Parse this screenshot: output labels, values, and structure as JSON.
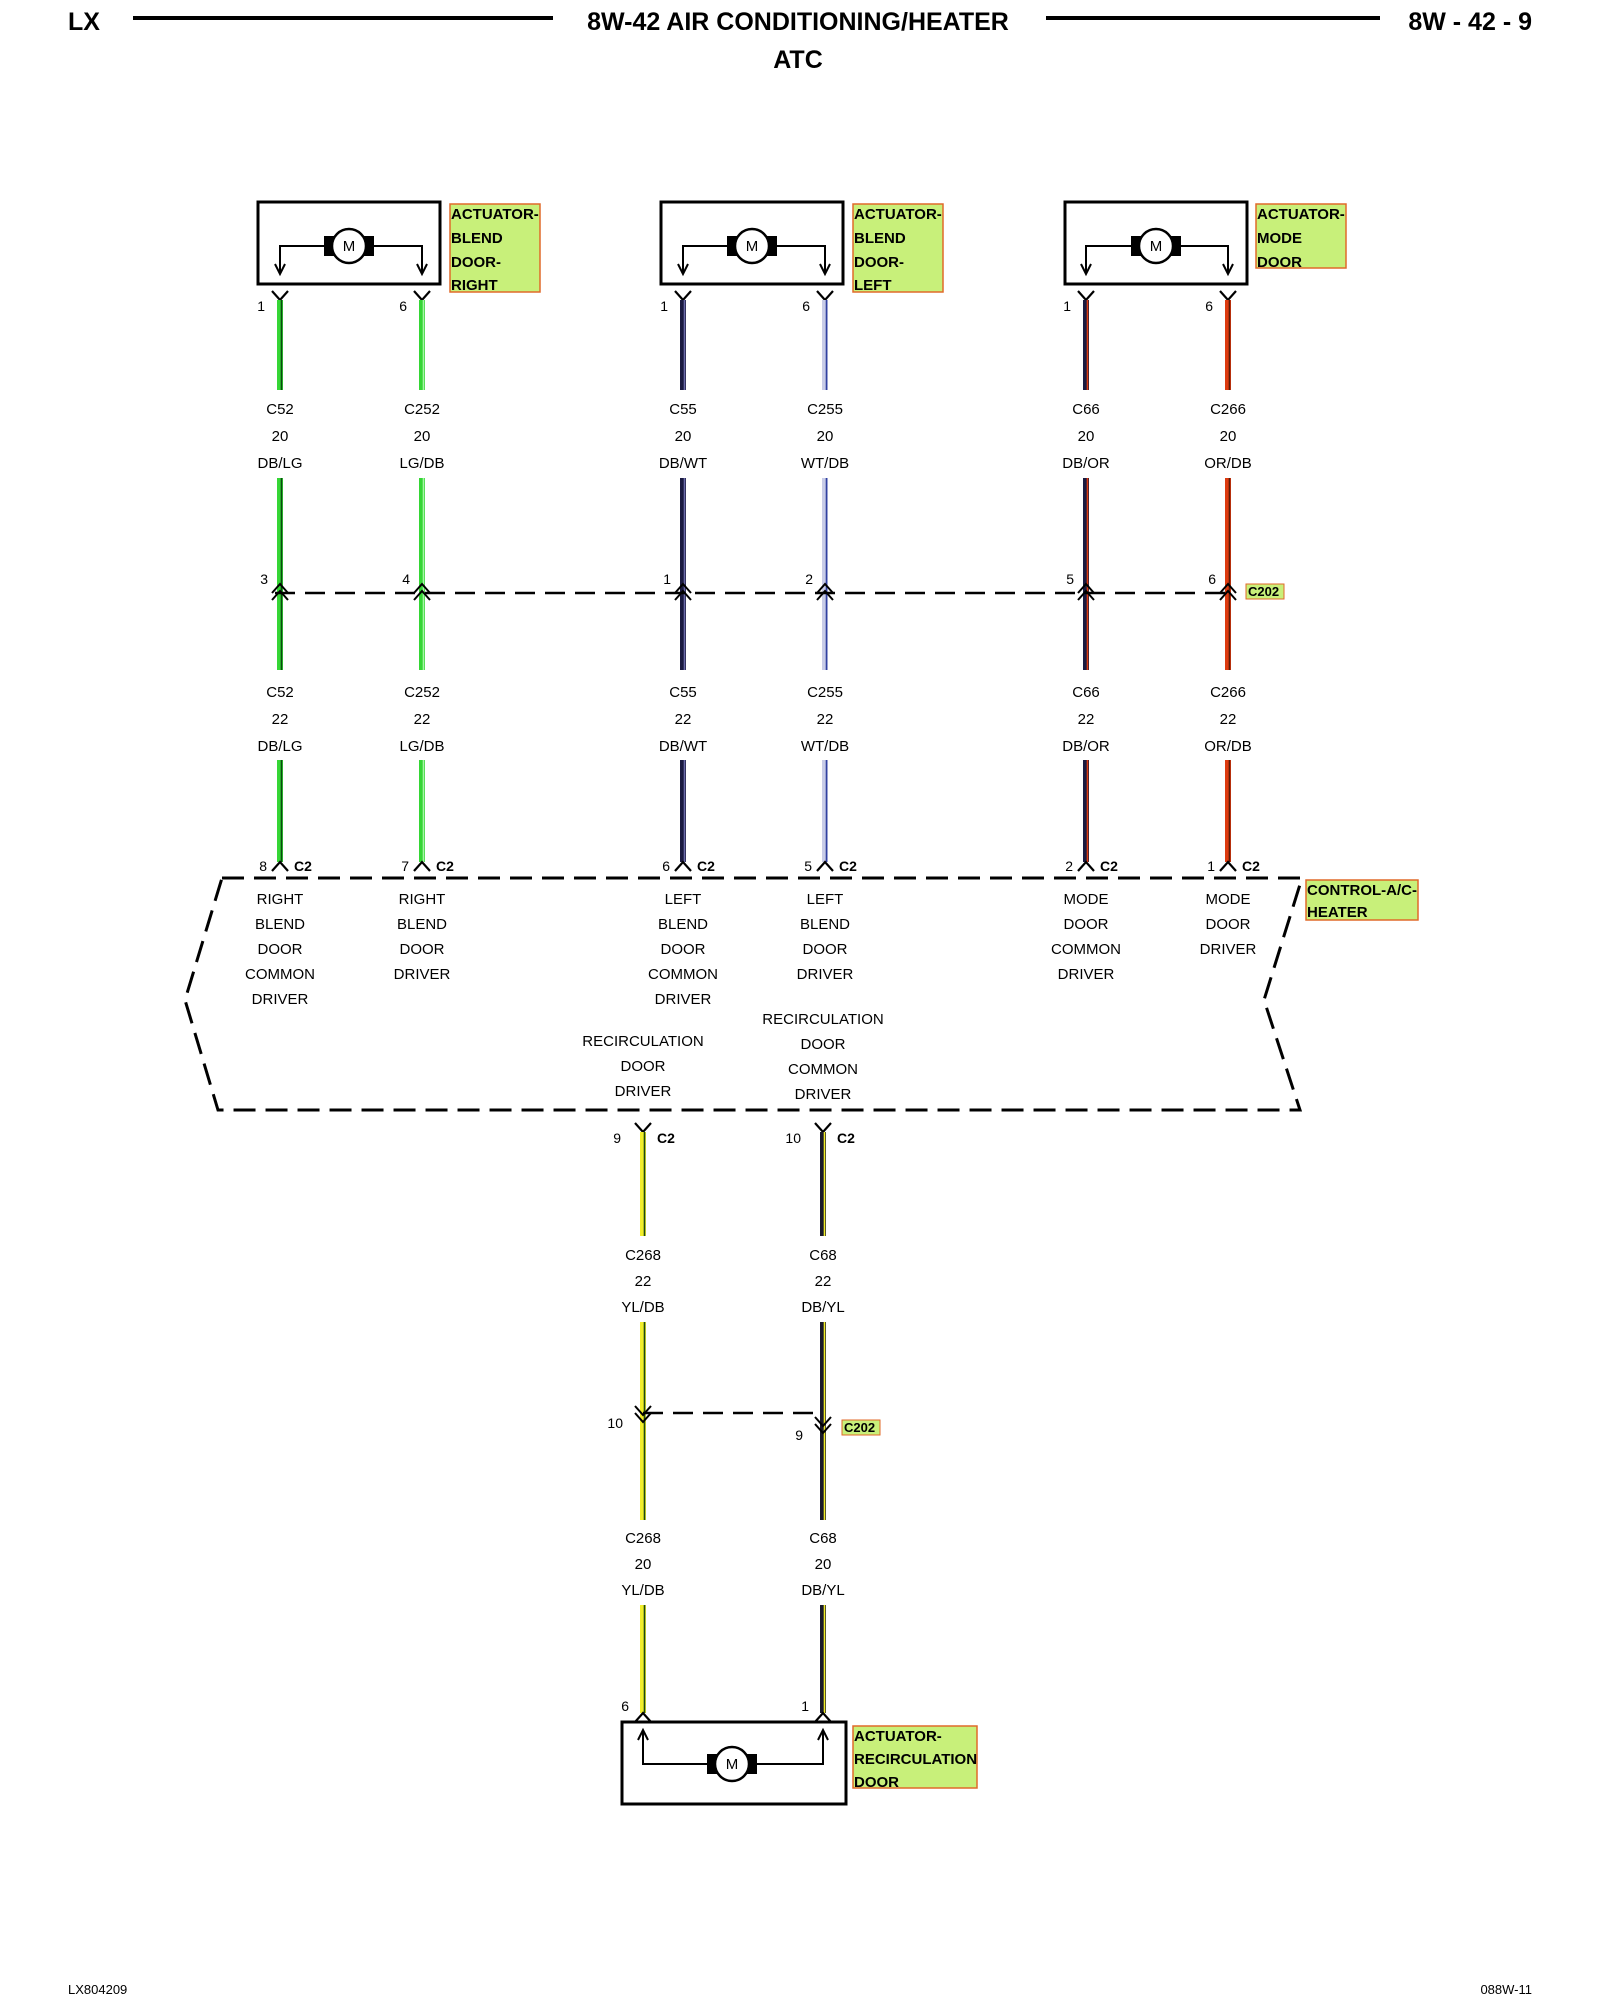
{
  "header": {
    "left": "LX",
    "title": "8W-42 AIR CONDITIONING/HEATER",
    "subtitle": "ATC",
    "page": "8W - 42 - 9"
  },
  "footer": {
    "left": "LX804209",
    "right": "088W-11"
  },
  "colors": {
    "green": "#35d635",
    "dark_blue": "#1a1a40",
    "white": "#ffffff",
    "orange": "#dd3b10",
    "yellow": "#f2ee2a",
    "label_fill": "#c8f07a",
    "label_border": "#e06a2a"
  },
  "actuators": [
    {
      "label_lines": [
        "ACTUATOR-",
        "BLEND",
        "DOOR-",
        "RIGHT"
      ],
      "motor": "M"
    },
    {
      "label_lines": [
        "ACTUATOR-",
        "BLEND",
        "DOOR-",
        "LEFT"
      ],
      "motor": "M"
    },
    {
      "label_lines": [
        "ACTUATOR-",
        "MODE",
        "DOOR"
      ],
      "motor": "M"
    }
  ],
  "recirc_actuator": {
    "label_lines": [
      "ACTUATOR-",
      "RECIRCULATION",
      "DOOR"
    ],
    "motor": "M"
  },
  "control_module": {
    "label_lines": [
      "CONTROL-A/C-",
      "HEATER"
    ]
  },
  "connectors": {
    "inline": "C202",
    "module": "C2"
  },
  "top_wires": [
    {
      "act_pin": "1",
      "circuit": "C52",
      "gauge_upper": "20",
      "gauge_lower": "22",
      "color": "DB/LG",
      "c202_pin": "3",
      "c2_pin": "8",
      "desc": [
        "RIGHT",
        "BLEND",
        "DOOR",
        "COMMON",
        "DRIVER"
      ]
    },
    {
      "act_pin": "6",
      "circuit": "C252",
      "gauge_upper": "20",
      "gauge_lower": "22",
      "color": "LG/DB",
      "c202_pin": "4",
      "c2_pin": "7",
      "desc": [
        "RIGHT",
        "BLEND",
        "DOOR",
        "DRIVER"
      ]
    },
    {
      "act_pin": "1",
      "circuit": "C55",
      "gauge_upper": "20",
      "gauge_lower": "22",
      "color": "DB/WT",
      "c202_pin": "1",
      "c2_pin": "6",
      "desc": [
        "LEFT",
        "BLEND",
        "DOOR",
        "COMMON",
        "DRIVER"
      ]
    },
    {
      "act_pin": "6",
      "circuit": "C255",
      "gauge_upper": "20",
      "gauge_lower": "22",
      "color": "WT/DB",
      "c202_pin": "2",
      "c2_pin": "5",
      "desc": [
        "LEFT",
        "BLEND",
        "DOOR",
        "DRIVER"
      ]
    },
    {
      "act_pin": "1",
      "circuit": "C66",
      "gauge_upper": "20",
      "gauge_lower": "22",
      "color": "DB/OR",
      "c202_pin": "5",
      "c2_pin": "2",
      "desc": [
        "MODE",
        "DOOR",
        "COMMON",
        "DRIVER"
      ]
    },
    {
      "act_pin": "6",
      "circuit": "C266",
      "gauge_upper": "20",
      "gauge_lower": "22",
      "color": "OR/DB",
      "c202_pin": "6",
      "c2_pin": "1",
      "desc": [
        "MODE",
        "DOOR",
        "DRIVER"
      ]
    }
  ],
  "bottom_wires": [
    {
      "c2_pin": "9",
      "circuit": "C268",
      "gauge_upper": "22",
      "gauge_lower": "20",
      "color": "YL/DB",
      "c202_pin": "10",
      "act_pin": "6",
      "desc": [
        "RECIRCULATION",
        "DOOR",
        "DRIVER"
      ]
    },
    {
      "c2_pin": "10",
      "circuit": "C68",
      "gauge_upper": "22",
      "gauge_lower": "20",
      "color": "DB/YL",
      "c202_pin": "9",
      "act_pin": "1",
      "desc": [
        "RECIRCULATION",
        "DOOR",
        "COMMON",
        "DRIVER"
      ]
    }
  ]
}
